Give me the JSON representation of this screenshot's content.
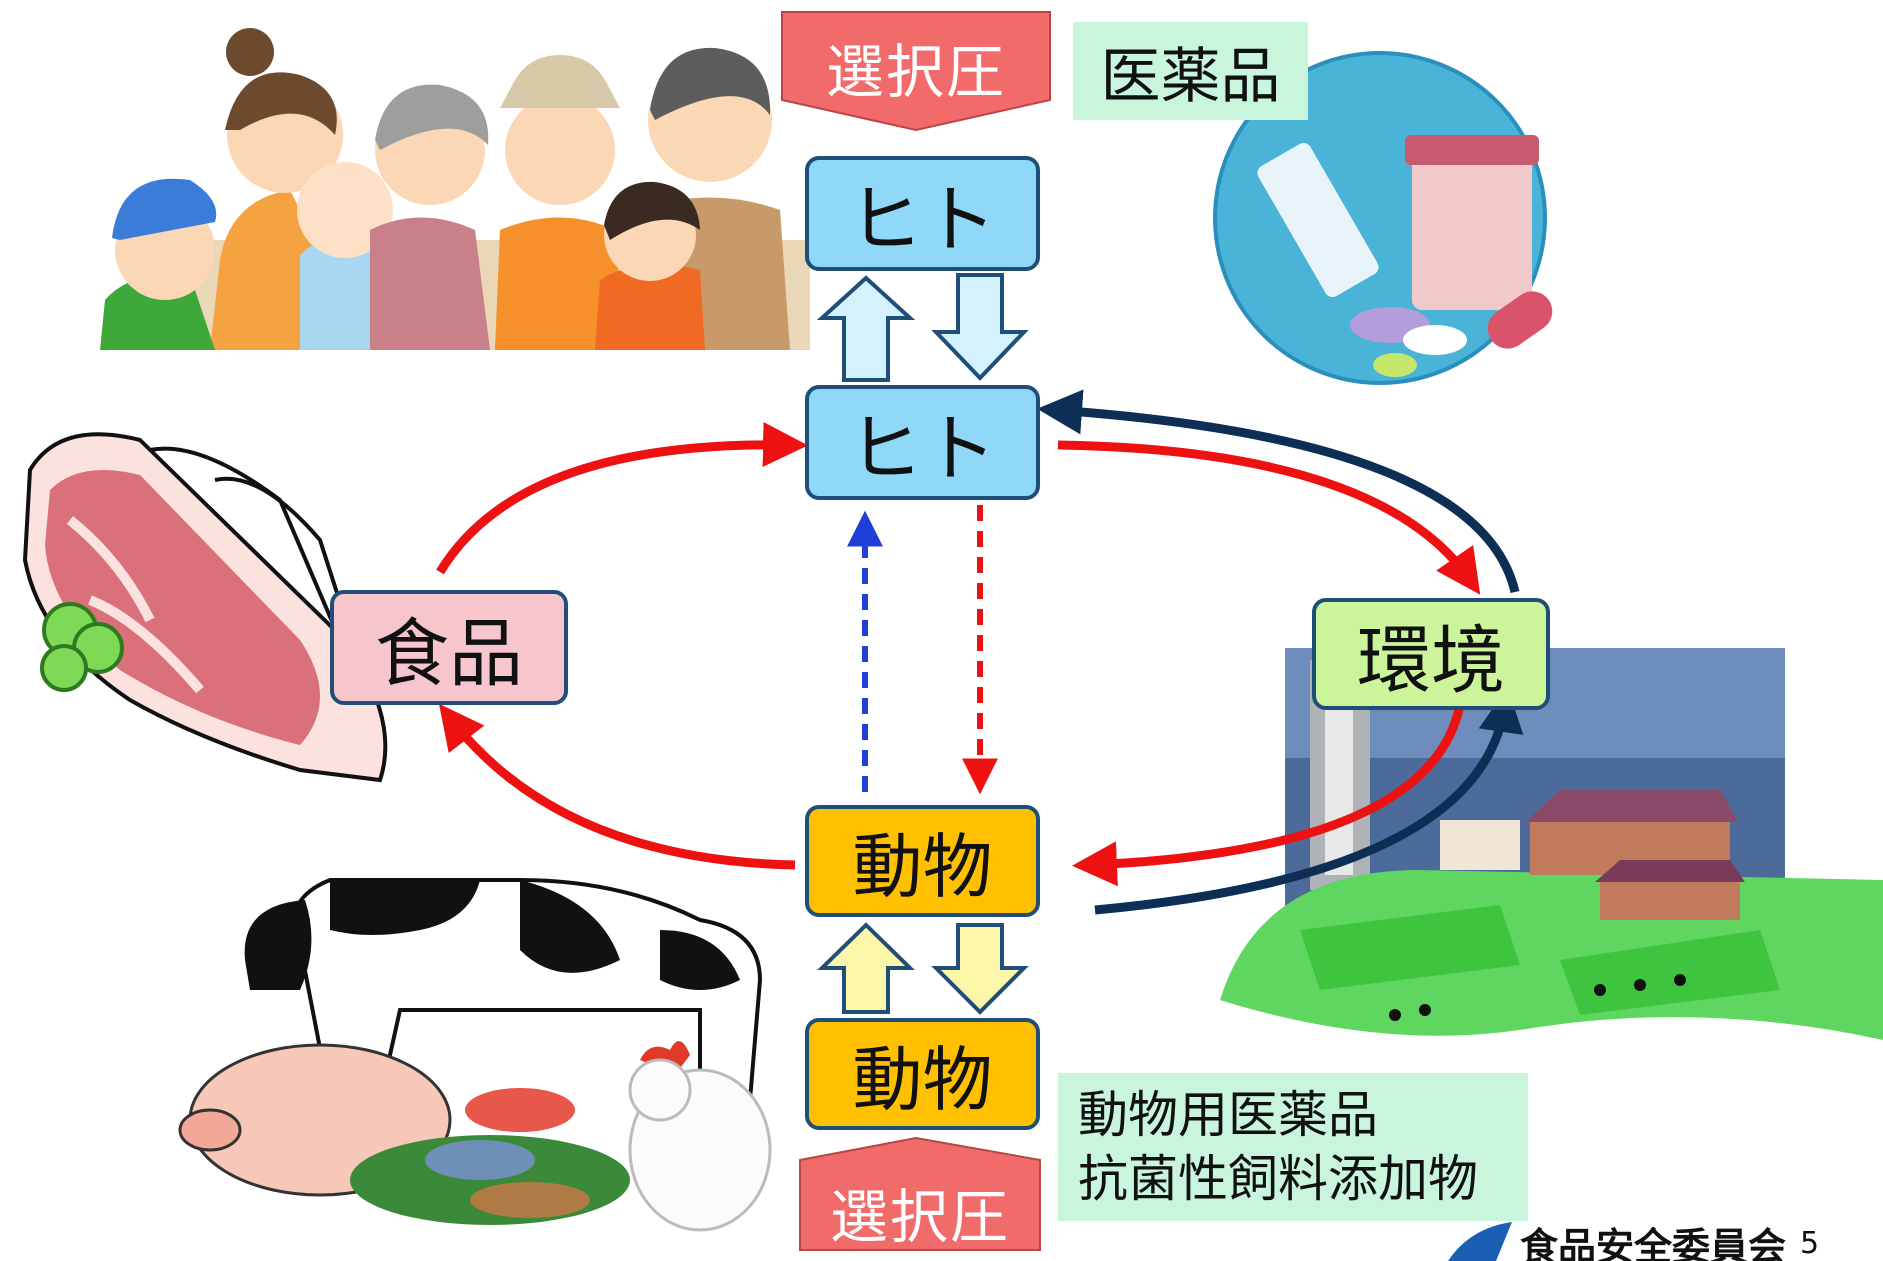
{
  "labels": {
    "pressure_top": "選択圧",
    "pressure_bottom": "選択圧",
    "medicine": "医薬品",
    "human_top": "ヒト",
    "human_mid": "ヒト",
    "food": "食品",
    "environment": "環境",
    "animal_mid": "動物",
    "animal_bottom": "動物",
    "vet_line1": "動物用医薬品",
    "vet_line2": "抗菌性飼料添加物",
    "org": "食品安全委員会",
    "page": "5"
  },
  "colors": {
    "human_box": "#8fd8f7",
    "animal_box": "#ffc000",
    "food_box": "#f7c6cc",
    "env_box": "#ccf59b",
    "pressure": "#f26b6b",
    "red_arrow": "#ee1111",
    "navy_arrow": "#0d2f55",
    "blue_dash": "#1f3fd6",
    "label_green": "#c8f5dc"
  },
  "icons": [
    "family-illustration",
    "medicine-illustration",
    "meat-illustration",
    "farm-landscape-illustration",
    "livestock-illustration",
    "logo-icon"
  ]
}
